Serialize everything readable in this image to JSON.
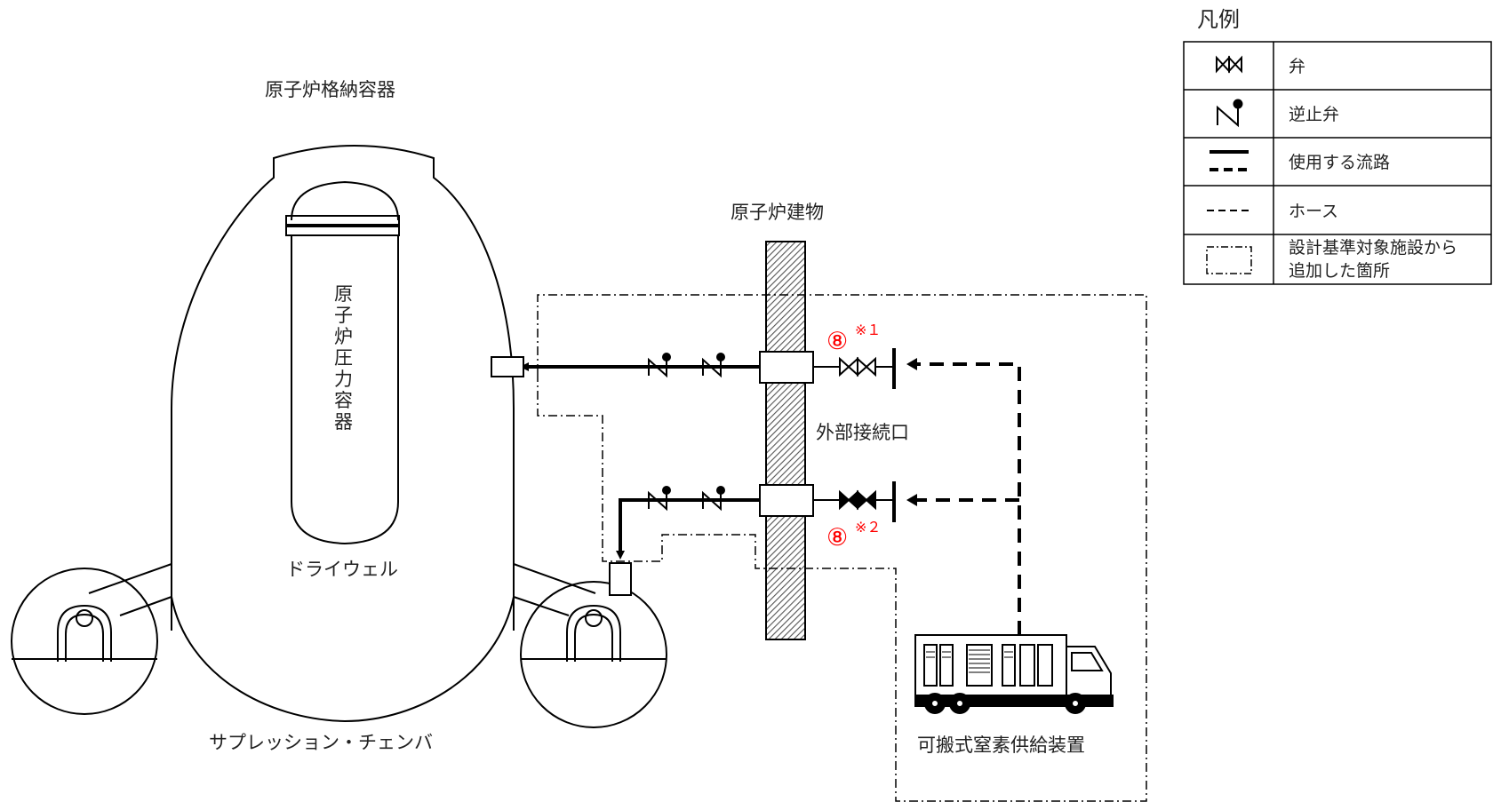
{
  "labels": {
    "containment": "原子炉格納容器",
    "rpv_chars": [
      "原",
      "子",
      "炉",
      "圧",
      "力",
      "容",
      "器"
    ],
    "drywell": "ドライウェル",
    "suppression": "サプレッション・チェンバ",
    "building": "原子炉建物",
    "external_port": "外部接続口",
    "nitrogen_unit": "可搬式窒素供給装置",
    "marker_1": "⑧",
    "marker_1_note": "※１",
    "marker_2": "⑧",
    "marker_2_note": "※２"
  },
  "legend": {
    "title": "凡例",
    "items": [
      {
        "symbol": "valve-icon",
        "label": "弁"
      },
      {
        "symbol": "check-valve-icon",
        "label": "逆止弁"
      },
      {
        "symbol": "flow-path-icon",
        "label": "使用する流路"
      },
      {
        "symbol": "hose-icon",
        "label": "ホース"
      },
      {
        "symbol": "added-area-icon",
        "label_line1": "設計基準対象施設から",
        "label_line2": "追加した箇所"
      }
    ]
  },
  "colors": {
    "line": "#000000",
    "marker": "#ff0000",
    "wall_hatch": "#555555"
  }
}
